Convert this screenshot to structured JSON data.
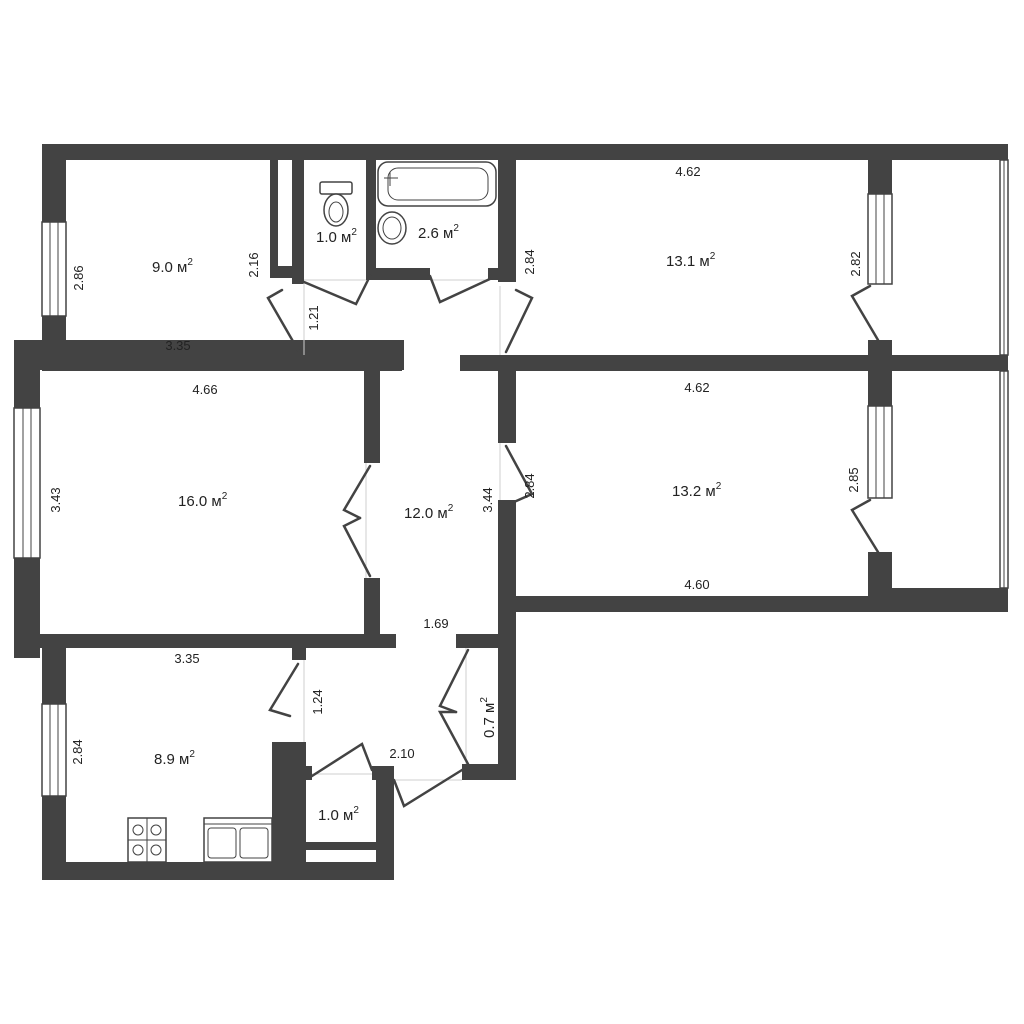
{
  "rooms": {
    "bedroom_top_left": {
      "area": "9.0 м",
      "sup": "2"
    },
    "toilet": {
      "area": "1.0 м",
      "sup": "2"
    },
    "bathroom": {
      "area": "2.6 м",
      "sup": "2"
    },
    "room_top_right": {
      "area": "13.1 м",
      "sup": "2"
    },
    "living_room": {
      "area": "16.0 м",
      "sup": "2"
    },
    "hallway": {
      "area": "12.0 м",
      "sup": "2"
    },
    "room_mid_right": {
      "area": "13.2 м",
      "sup": "2"
    },
    "kitchen": {
      "area": "8.9 м",
      "sup": "2"
    },
    "storage_small": {
      "area": "0.7 м",
      "sup": "2"
    },
    "pantry": {
      "area": "1.0 м",
      "sup": "2"
    }
  },
  "dimensions": {
    "d_286": "2.86",
    "d_216": "2.16",
    "d_335_top": "3.35",
    "d_121": "1.21",
    "d_284_bath": "2.84",
    "d_462_top": "4.62",
    "d_282": "2.82",
    "d_466": "4.66",
    "d_343": "3.43",
    "d_462_mid": "4.62",
    "d_344": "3.44",
    "d_284_mid": "2.84",
    "d_285": "2.85",
    "d_460": "4.60",
    "d_169": "1.69",
    "d_335_bottom": "3.35",
    "d_124": "1.24",
    "d_284_kitchen": "2.84",
    "d_210": "2.10"
  }
}
